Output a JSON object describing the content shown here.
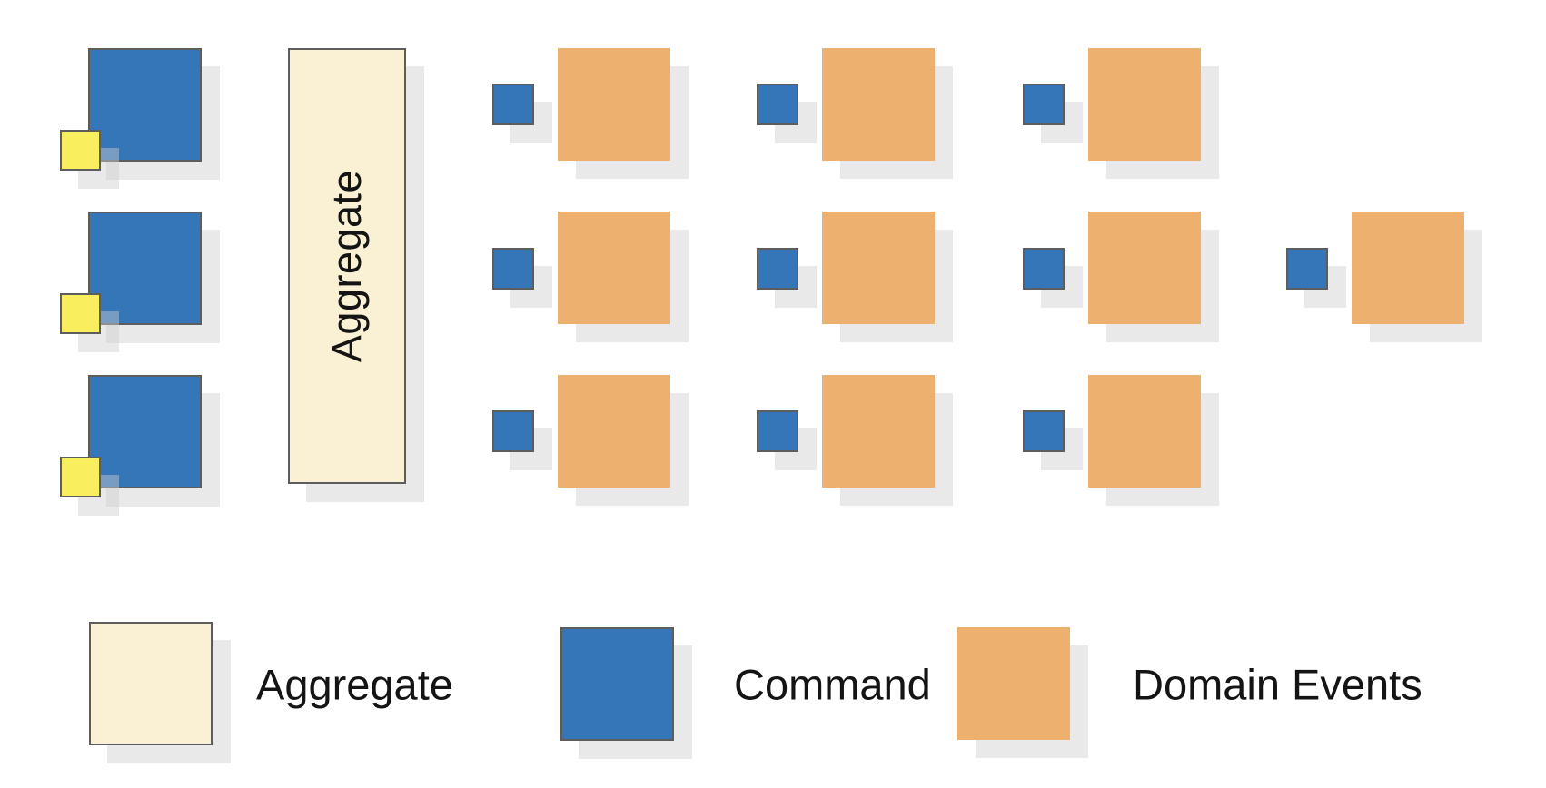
{
  "diagram": {
    "aggregate_box": {
      "label": "Aggregate"
    },
    "grid": {
      "command_marker_groups": 3,
      "rows": [
        {
          "pairs": 3
        },
        {
          "pairs": 4
        },
        {
          "pairs": 3
        }
      ]
    }
  },
  "legend": {
    "items": [
      {
        "id": "aggregate",
        "label": "Aggregate",
        "color": "#faf0d3",
        "bordered": true
      },
      {
        "id": "command",
        "label": "Command",
        "color": "#3476b8",
        "bordered": true
      },
      {
        "id": "domain_events",
        "label": "Domain Events",
        "color": "#edb06f",
        "bordered": false
      }
    ]
  },
  "colors": {
    "command_blue": "#3476b8",
    "domain_event_orange": "#edb06f",
    "aggregate_cream": "#faf0d3",
    "marker_yellow": "#f9ee5e",
    "border_grey": "#5d5d5d",
    "text_black": "#141414",
    "shadow": "rgba(206,206,206,0.45)"
  }
}
